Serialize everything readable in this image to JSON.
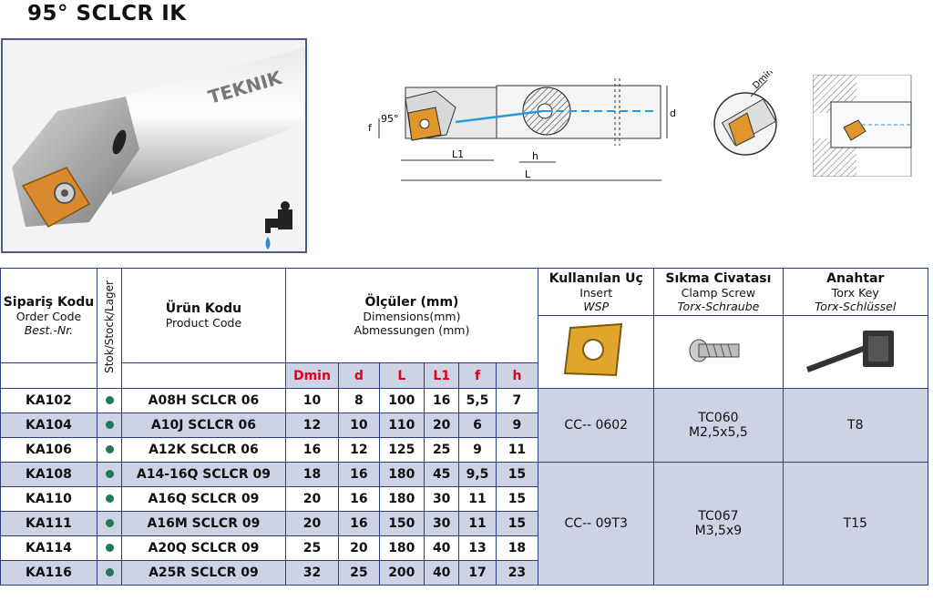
{
  "title": "95° SCLCR IK",
  "photo": {
    "brand": "TEKNIK",
    "icons": [
      "toolholder-photo",
      "coolant-tap-icon"
    ]
  },
  "diagram": {
    "angle": "95°",
    "f": "f",
    "d": "d",
    "L1": "L1",
    "L": "L",
    "h": "h",
    "dmin": "Dmin"
  },
  "table": {
    "order_code": {
      "tr": "Sipariş Kodu",
      "en": "Order Code",
      "de": "Best.-Nr."
    },
    "stock": "Stok/Stock/Lager",
    "product_code": {
      "tr": "Ürün Kodu",
      "en": "Product Code"
    },
    "dimensions": {
      "tr": "Ölçüler (mm)",
      "en": "Dimensions(mm)",
      "de": "Abmessungen (mm)"
    },
    "dim_cols": [
      "Dmin",
      "d",
      "L",
      "L1",
      "f",
      "h"
    ],
    "insert": {
      "tr": "Kullanılan Uç",
      "en": "Insert",
      "de": "WSP"
    },
    "screw": {
      "tr": "Sıkma Civatası",
      "en": "Clamp Screw",
      "de": "Torx-Schraube"
    },
    "key": {
      "tr": "Anahtar",
      "en": "Torx Key",
      "de": "Torx-Schlüssel"
    },
    "rows": [
      {
        "code": "KA102",
        "product": "A08H  SCLCR 06",
        "dims": [
          "10",
          "8",
          "100",
          "16",
          "5,5",
          "7"
        ]
      },
      {
        "code": "KA104",
        "product": "A10J SCLCR 06",
        "dims": [
          "12",
          "10",
          "110",
          "20",
          "6",
          "9"
        ]
      },
      {
        "code": "KA106",
        "product": "A12K SCLCR 06",
        "dims": [
          "16",
          "12",
          "125",
          "25",
          "9",
          "11"
        ]
      },
      {
        "code": "KA108",
        "product": "A14-16Q SCLCR 09",
        "dims": [
          "18",
          "16",
          "180",
          "45",
          "9,5",
          "15"
        ]
      },
      {
        "code": "KA110",
        "product": "A16Q SCLCR 09",
        "dims": [
          "20",
          "16",
          "180",
          "30",
          "11",
          "15"
        ]
      },
      {
        "code": "KA111",
        "product": "A16M SCLCR 09",
        "dims": [
          "20",
          "16",
          "150",
          "30",
          "11",
          "15"
        ]
      },
      {
        "code": "KA114",
        "product": "A20Q SCLCR 09",
        "dims": [
          "25",
          "20",
          "180",
          "40",
          "13",
          "18"
        ]
      },
      {
        "code": "KA116",
        "product": "A25R SCLCR 09",
        "dims": [
          "32",
          "25",
          "200",
          "40",
          "17",
          "23"
        ]
      }
    ],
    "group1": {
      "insert": "CC-- 0602",
      "screw1": "TC060",
      "screw2": "M2,5x5,5",
      "key": "T8"
    },
    "group2": {
      "insert": "CC-- 09T3",
      "screw1": "TC067",
      "screw2": "M3,5x9",
      "key": "T15"
    }
  },
  "colors": {
    "border": "#2c3f7a",
    "shade": "#ced2e5",
    "dim_header": "#e0001a",
    "stock_dot": "#1f7a55",
    "insert": "#e09a2a"
  }
}
